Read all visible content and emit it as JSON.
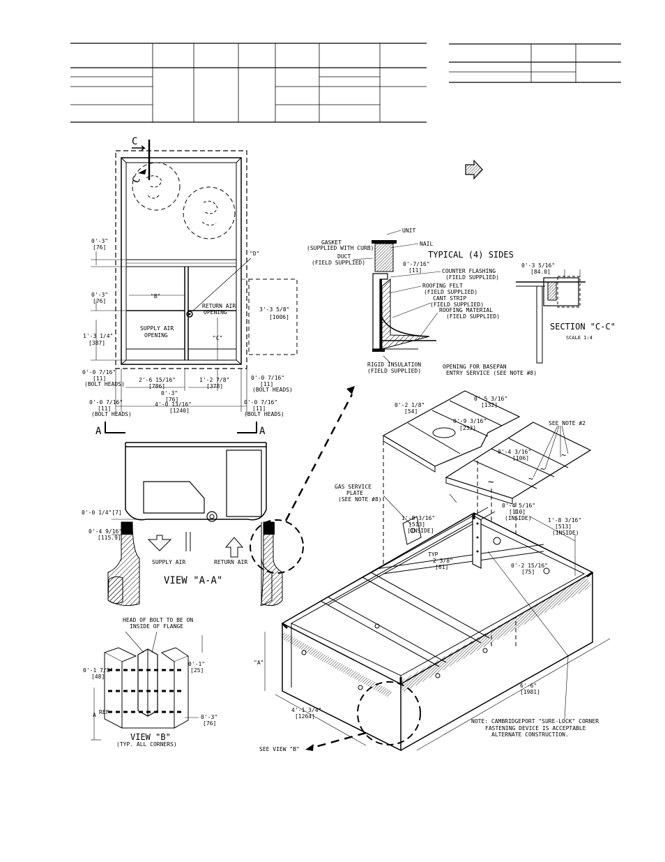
{
  "top_view": {
    "section_label": "C",
    "dims": {
      "d_0_3_a": "0'-3\"",
      "d_0_3_a_mm": "[76]",
      "d_0_3_b": "0'-3\"",
      "d_0_3_b_mm": "[76]",
      "d_1_3_14": "1'-3 1/4\"",
      "d_1_3_14_mm": "[387]",
      "d_bolt_left": "0'-0 7/16\"",
      "d_bolt_left_mm": "[11]",
      "bolt_heads_left": "(BOLT HEADS)",
      "d_2_6": "2'-6 15/16\"",
      "d_2_6_mm": "[786]",
      "d_0_3_c": "0'-3\"",
      "d_0_3_c_mm": "[76]",
      "d_1_2": "1'-2 7/8\"",
      "d_1_2_mm": "[378]",
      "d_bolt_right": "0'-0 7/16\"",
      "d_bolt_right_mm": "[11]",
      "bolt_heads_right": "(BOLT HEADS)",
      "d_bolt_left2": "0'-0 7/16\"",
      "d_bolt_left2_mm": "[11]",
      "bolt_heads_left2": "(BOLT HEADS)",
      "d_4_0": "4'-0 13/16\"",
      "d_4_0_mm": "[1240]",
      "d_bolt_right2": "0'-0 7/16\"",
      "d_bolt_right2_mm": "[11]",
      "bolt_heads_right2": "(BOLT HEADS)",
      "d_3_3": "3'-3 5/8\"",
      "d_3_3_mm": "[1006]"
    },
    "labels": {
      "d": "\"D\"",
      "b": "\"B\"",
      "c": "\"C\"",
      "return_1": "RETURN AIR",
      "return_2": "OPENING",
      "supply_1": "SUPPLY AIR",
      "supply_2": "OPENING",
      "a_left": "A",
      "a_right": "A"
    }
  },
  "view_aa": {
    "title": "VIEW \"A-A\"",
    "d_0_0_14": "0'-0 1/4\"[7]",
    "d_0_4": "0'-4 9/16\"",
    "d_0_4_mm": "[115.9]",
    "supply_air": "SUPPLY AIR",
    "return_air": "RETURN AIR"
  },
  "detail": {
    "unit": "UNIT",
    "gasket_1": "GASKET",
    "gasket_2": "(SUPPLIED WITH CURB)",
    "nail": "NAIL",
    "duct_1": "DUCT",
    "duct_2": "(FIELD SUPPLIED)",
    "typical": "TYPICAL (4) SIDES",
    "dim": "0'-7/16\"",
    "dim_mm": "[11]",
    "counter_1": "COUNTER FLASHING",
    "counter_2": "(FIELD SUPPLIED)",
    "felt_1": "ROOFING FELT",
    "felt_2": "(FIELD SUPPLIED)",
    "cant_1": "CANT STRIP",
    "cant_2": "(FIELD SUPPLIED)",
    "roofmat_1": "ROOFING MATERIAL",
    "roofmat_2": "(FIELD SUPPLIED)",
    "rigid_1": "RIGID INSULATION",
    "rigid_2": "(FIELD SUPPLIED)"
  },
  "section_cc": {
    "dim": "0'-3 5/16\"",
    "dim_mm": "[84.0]",
    "title": "SECTION \"C-C\"",
    "scale": "SCALE 1:4"
  },
  "isometric": {
    "opening_1": "OPENING FOR BASEPAN",
    "opening_2": "ENTRY SERVICE (SEE NOTE #8)",
    "d_0_5": "0'-5 3/16\"",
    "d_0_5_mm": "[132]",
    "d_0_2": "0'-2 1/8\"",
    "d_0_2_mm": "[54]",
    "d_0_9": "0'-9 3/16\"",
    "d_0_9_mm": "[233]",
    "see_note2": "SEE NOTE #2",
    "d_0_4": "0'-4 3/16\"",
    "d_0_4_mm": "[106]",
    "gas_1": "GAS SERVICE",
    "gas_2": "PLATE",
    "gas_3": "(SEE NOTE #8)",
    "d_1_8_left": "1'-8 3/16\"",
    "d_1_8_left_mm": "[513]",
    "inside_left": "[INSIDE]",
    "d_0_4_5": "0'-4 5/16\"",
    "d_0_4_5_mm": "[110]",
    "inside_mid": "(INSIDE)",
    "d_1_8_right": "1'-8 3/16\"",
    "d_1_8_right_mm": "[513]",
    "inside_right": "(INSIDE)",
    "typ": "TYP",
    "d_2_3": "2 3/8\"",
    "d_2_3_mm": "[61]",
    "d_0_2_15": "0'-2 15/16\"",
    "d_0_2_15_mm": "[75]",
    "a_label": "\"A\"",
    "d_4_1": "4'-1 3/4\"",
    "d_4_1_mm": "[1264]",
    "d_6_6": "6'-6\"",
    "d_6_6_mm": "[1981]",
    "note_1": "NOTE: CAMBRIDGEPORT \"SURE-LOCK\" CORNER",
    "note_2": "FASTENING DEVICE IS ACCEPTABLE",
    "note_3": "ALTERNATE CONSTRUCTION.",
    "see_view_b": "SEE VIEW \"B\""
  },
  "view_b": {
    "head_1": "HEAD OF BOLT TO BE ON",
    "head_2": "INSIDE OF FLANGE",
    "d_0_1_78": "0'-1 7/8\"",
    "d_0_1_78_mm": "[48]",
    "d_0_1": "0'-1\"",
    "d_0_1_mm": "[25]",
    "a_ref_1": "A",
    "a_ref_2": "REF",
    "d_0_3": "0'-3\"",
    "d_0_3_mm": "[76]",
    "title": "VIEW \"B\"",
    "sub": "(TYP. ALL CORNERS)"
  }
}
